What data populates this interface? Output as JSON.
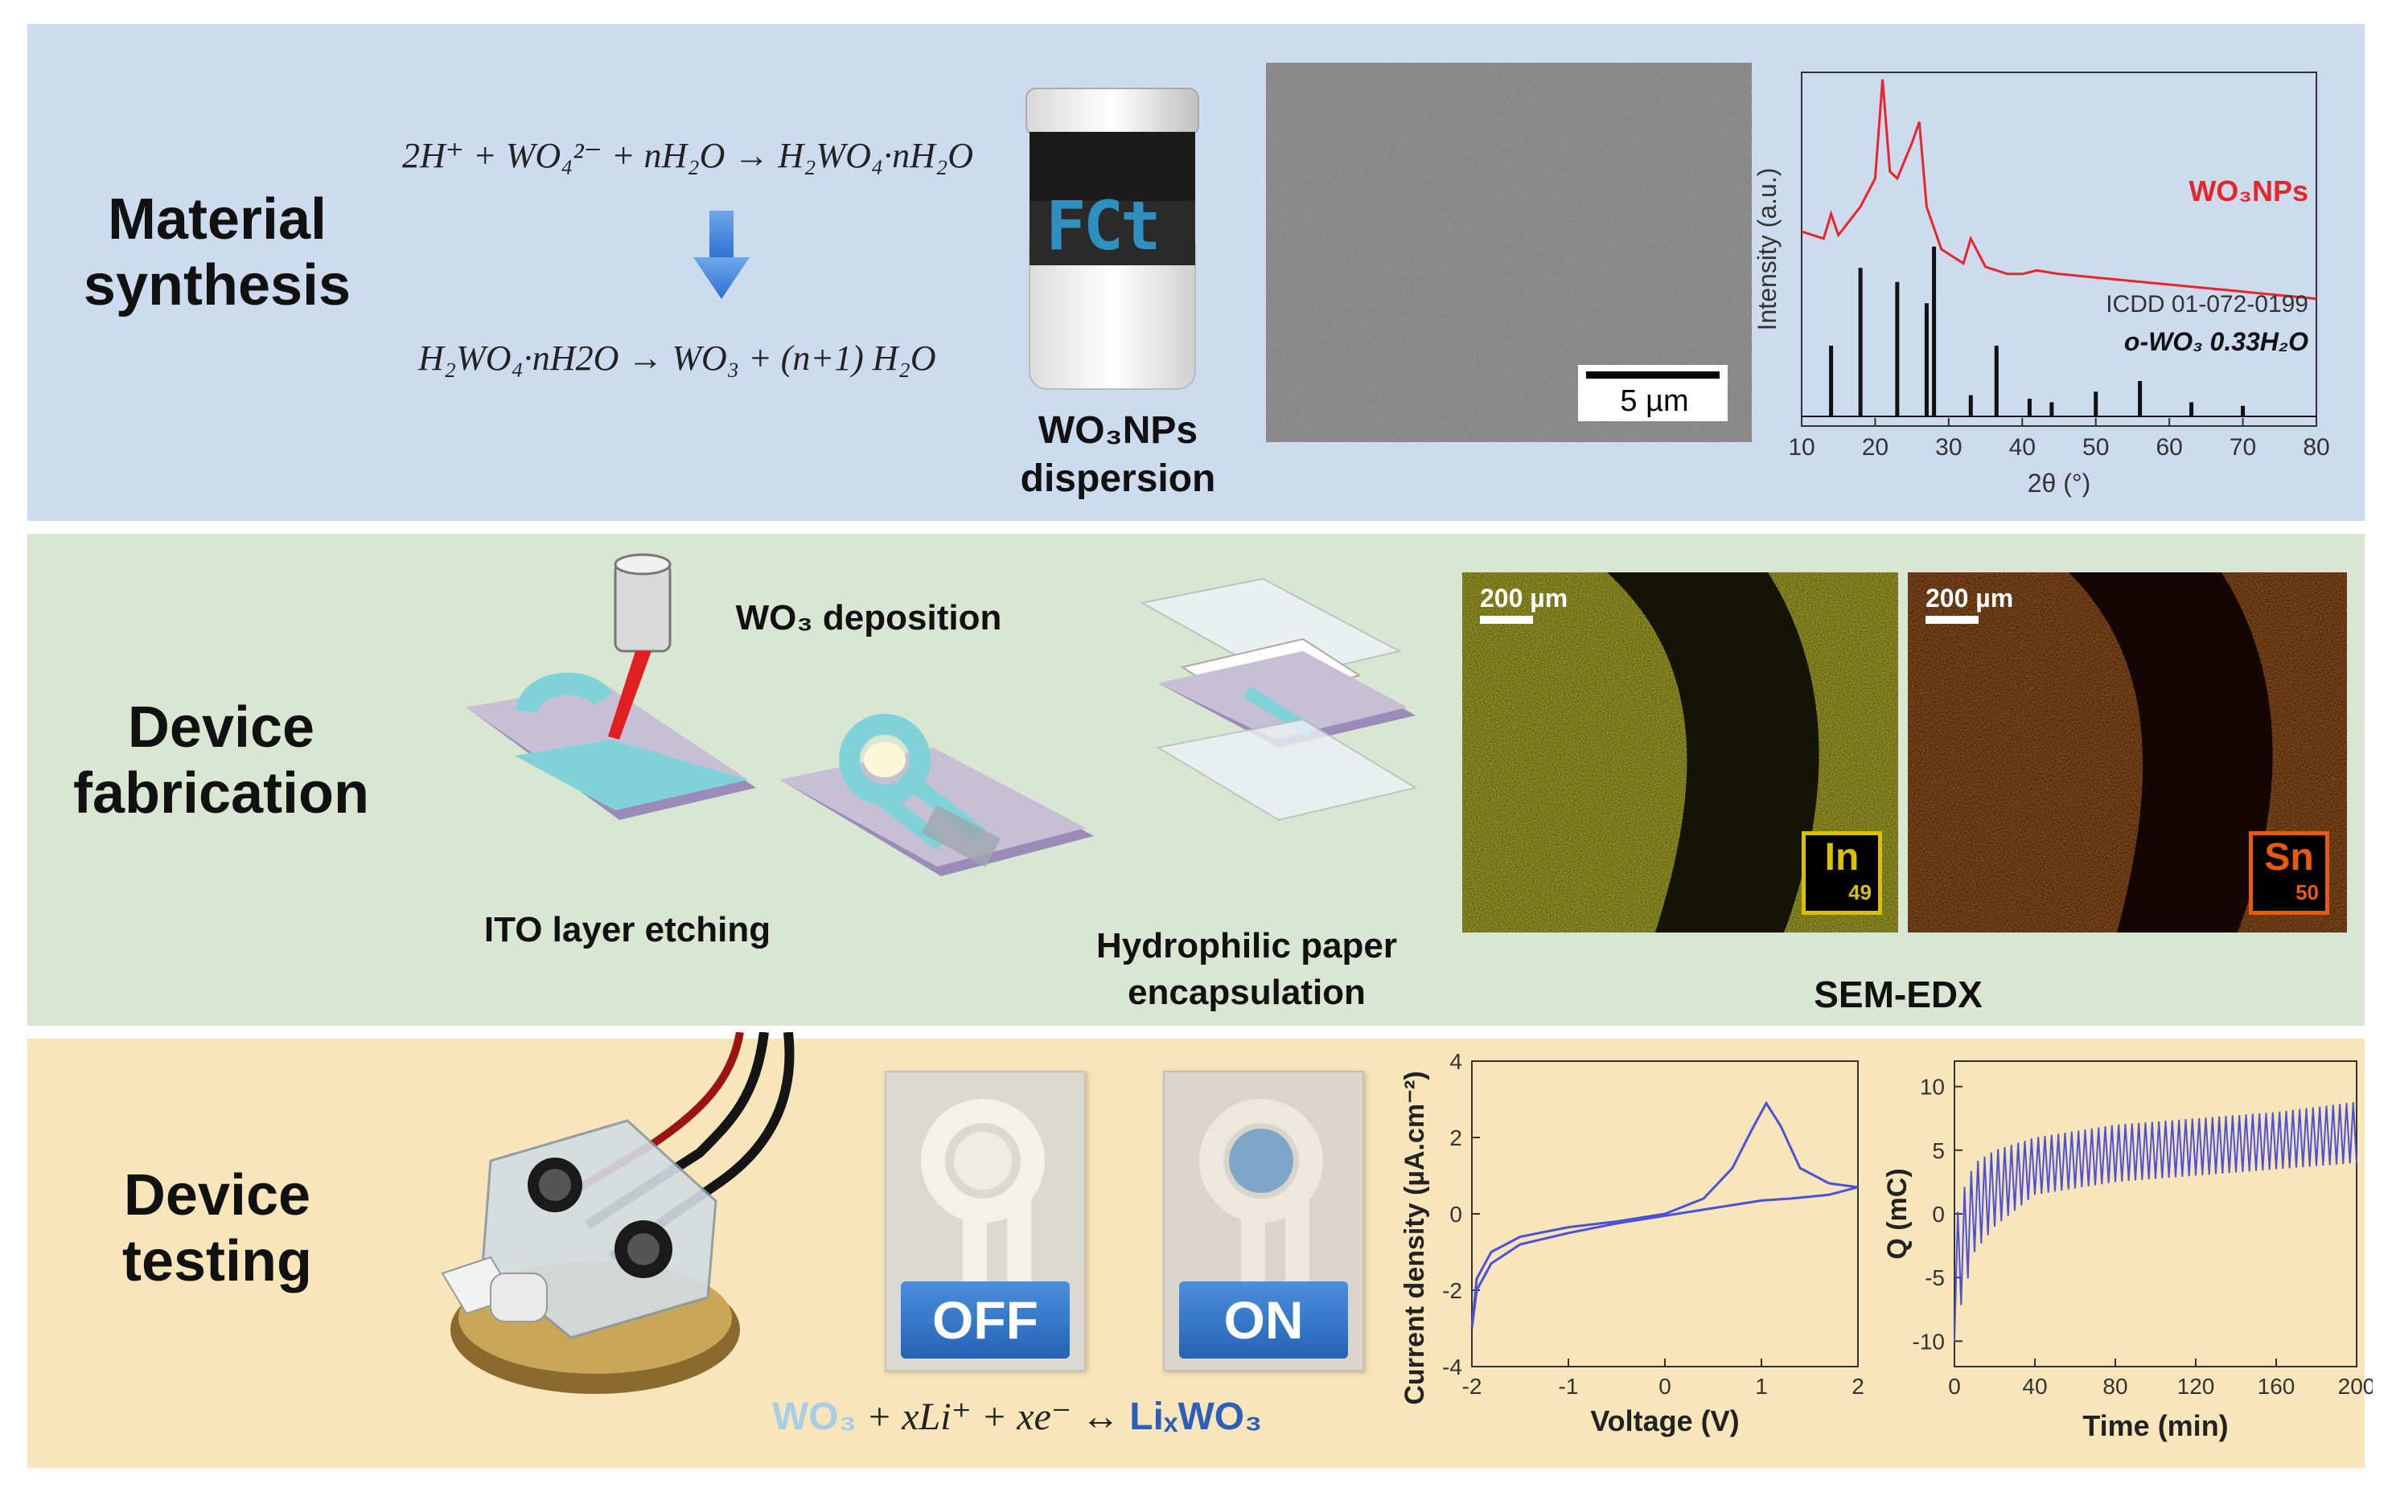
{
  "rows": {
    "synthesis": "Material\nsynthesis",
    "fabrication": "Device\nfabrication",
    "testing": "Device\ntesting"
  },
  "synthesis": {
    "eq1": "2H⁺ + WO₄²⁻ + nH₂O → H₂WO₄·nH₂O",
    "eq2": "H₂WO₄·nH2O → WO₃ + (n+1) H₂O",
    "jar_logo": "FCt",
    "dispersion_label_l1": "WO₃NPs",
    "dispersion_label_l2": "dispersion",
    "sem_scale": "5 µm"
  },
  "xrd": {
    "ylabel": "Intensity (a.u.)",
    "xlabel": "2θ (°)",
    "series_label": "WO₃NPs",
    "ref_label_1": "ICDD 01-072-0199",
    "ref_label_2": "o-WO₃ 0.33H₂O",
    "colors": {
      "measured": "#e8252b",
      "reference": "#111111"
    }
  },
  "fabrication": {
    "etching_label": "ITO layer etching",
    "deposition_label": "WO₃ deposition",
    "encapsulation_l1": "Hydrophilic paper",
    "encapsulation_l2": "encapsulation",
    "edx_label": "SEM-EDX",
    "edx_scale_1": "200 µm",
    "edx_scale_2": "200 µm",
    "edx_in": {
      "symbol": "In",
      "number": "49",
      "color": "#d8c200"
    },
    "edx_sn": {
      "symbol": "Sn",
      "number": "50",
      "color": "#e85a10"
    }
  },
  "testing": {
    "off_label": "OFF",
    "on_label": "ON",
    "reaction_l": "WO₃",
    "reaction_mid": " + xLi⁺ + xe⁻  ↔  ",
    "reaction_r": "LiₓWO₃"
  },
  "chart_data": [
    {
      "type": "line",
      "title": "",
      "xlabel": "2θ (°)",
      "ylabel": "Intensity (a.u.)",
      "xlim": [
        10,
        80
      ],
      "xticks": [
        10,
        20,
        30,
        40,
        50,
        60,
        70,
        80
      ],
      "series": [
        {
          "name": "WO₃NPs",
          "x": [
            10,
            13,
            14,
            15,
            18,
            20,
            21,
            22,
            23,
            25,
            26,
            27,
            29,
            32,
            33,
            35,
            38,
            40,
            42,
            45,
            50,
            55,
            60,
            65,
            70,
            75,
            80
          ],
          "y": [
            0.55,
            0.53,
            0.6,
            0.54,
            0.62,
            0.7,
            0.98,
            0.72,
            0.7,
            0.8,
            0.86,
            0.62,
            0.5,
            0.46,
            0.53,
            0.45,
            0.43,
            0.43,
            0.44,
            0.43,
            0.42,
            0.41,
            0.4,
            0.39,
            0.38,
            0.37,
            0.36
          ]
        }
      ],
      "reference_peaks": {
        "name": "ICDD 01-072-0199",
        "x": [
          14,
          18,
          23,
          27,
          28,
          33,
          36.5,
          41,
          44,
          50,
          56,
          63,
          70
        ],
        "y": [
          0.2,
          0.42,
          0.38,
          0.32,
          0.48,
          0.06,
          0.2,
          0.05,
          0.04,
          0.07,
          0.1,
          0.04,
          0.03
        ]
      }
    },
    {
      "type": "line",
      "title": "",
      "xlabel": "Voltage (V)",
      "ylabel": "Current density (µA.cm⁻²)",
      "xlim": [
        -2,
        2
      ],
      "ylim": [
        -4,
        4
      ],
      "xticks": [
        -2,
        -1,
        0,
        1,
        2
      ],
      "yticks": [
        -4,
        -2,
        0,
        2,
        4
      ],
      "series": [
        {
          "name": "",
          "x": [
            -2,
            -1.95,
            -1.8,
            -1.5,
            -1,
            -0.5,
            0,
            0.4,
            0.7,
            0.9,
            1.05,
            1.2,
            1.4,
            1.7,
            2,
            2,
            1.7,
            1.3,
            1,
            0.5,
            0,
            -0.5,
            -1,
            -1.5,
            -1.8,
            -1.95,
            -2
          ],
          "y": [
            -3,
            -1.7,
            -1.0,
            -0.6,
            -0.35,
            -0.2,
            0,
            0.4,
            1.2,
            2.2,
            2.9,
            2.3,
            1.2,
            0.8,
            0.7,
            0.7,
            0.5,
            0.4,
            0.35,
            0.15,
            -0.05,
            -0.25,
            -0.5,
            -0.8,
            -1.3,
            -2.0,
            -3.0
          ]
        }
      ]
    },
    {
      "type": "line",
      "title": "",
      "xlabel": "Time (min)",
      "ylabel": "Q (mC)",
      "xlim": [
        0,
        200
      ],
      "ylim": [
        -12,
        12
      ],
      "xticks": [
        0,
        40,
        80,
        120,
        160,
        200
      ],
      "yticks": [
        -10,
        -5,
        0,
        5,
        10
      ],
      "series": [
        {
          "name": "",
          "x": [
            0,
            2,
            10,
            20,
            40,
            80,
            120,
            160,
            200
          ],
          "y_max": [
            -4,
            1,
            4,
            5,
            6,
            7,
            7.5,
            8,
            8.8
          ],
          "y_min": [
            -10,
            -8,
            -3,
            -1,
            1.5,
            2.5,
            3,
            3.5,
            4
          ],
          "cycles": 60
        }
      ]
    }
  ]
}
